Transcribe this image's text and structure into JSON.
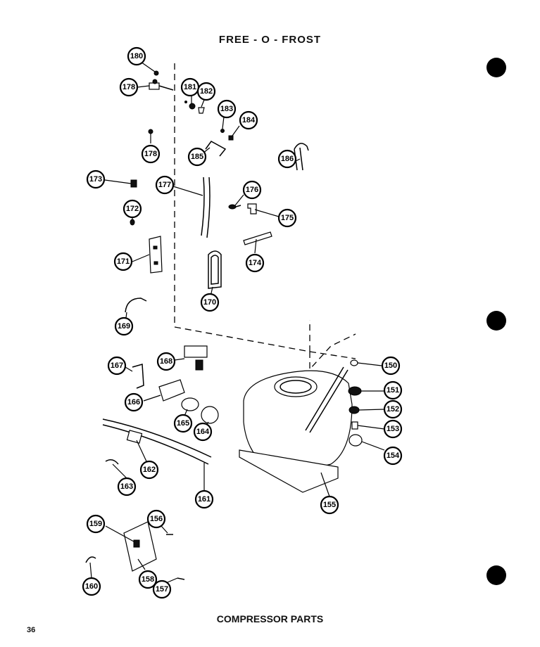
{
  "header": {
    "title": "FREE - O - FROST"
  },
  "footer": {
    "caption": "COMPRESSOR PARTS",
    "page_number": "36"
  },
  "callouts": {
    "c150": "150",
    "c151": "151",
    "c152": "152",
    "c153": "153",
    "c154": "154",
    "c155": "155",
    "c156": "156",
    "c157": "157",
    "c158": "158",
    "c159": "159",
    "c160": "160",
    "c161": "161",
    "c162": "162",
    "c163": "163",
    "c164": "164",
    "c165": "165",
    "c166": "166",
    "c167": "167",
    "c168": "168",
    "c169": "169",
    "c170": "170",
    "c171": "171",
    "c172": "172",
    "c173": "173",
    "c174": "174",
    "c175": "175",
    "c176": "176",
    "c177": "177",
    "c178a": "178",
    "c178b": "178",
    "c180": "180",
    "c181": "181",
    "c182": "182",
    "c183": "183",
    "c184": "184",
    "c185": "185",
    "c186": "186"
  }
}
